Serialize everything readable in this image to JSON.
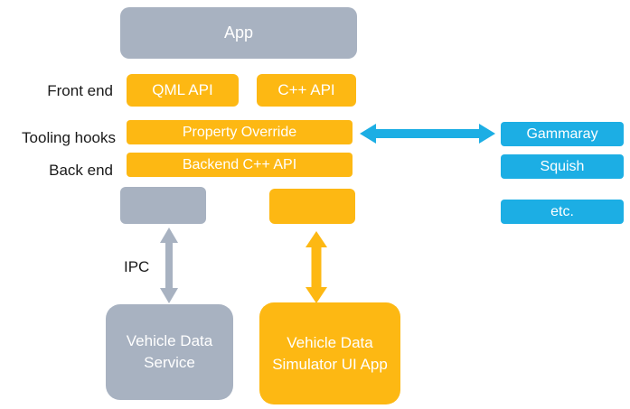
{
  "boxes": {
    "app": "App",
    "qml_api": "QML API",
    "cpp_api": "C++ API",
    "property_override": "Property Override",
    "backend_cpp_api": "Backend C++ API",
    "gammaray": "Gammaray",
    "squish": "Squish",
    "etc": "etc.",
    "vehicle_data_service": "Vehicle Data Service",
    "vehicle_data_simulator": "Vehicle Data Simulator UI App"
  },
  "row_labels": {
    "front_end": "Front end",
    "tooling_hooks": "Tooling hooks",
    "back_end": "Back end"
  },
  "labels": {
    "ipc": "IPC"
  },
  "colors": {
    "gray": "#a8b2c1",
    "orange": "#fdb813",
    "blue": "#1caee4",
    "box_text": "#ffffff",
    "label_text": "#1a1a1a"
  }
}
